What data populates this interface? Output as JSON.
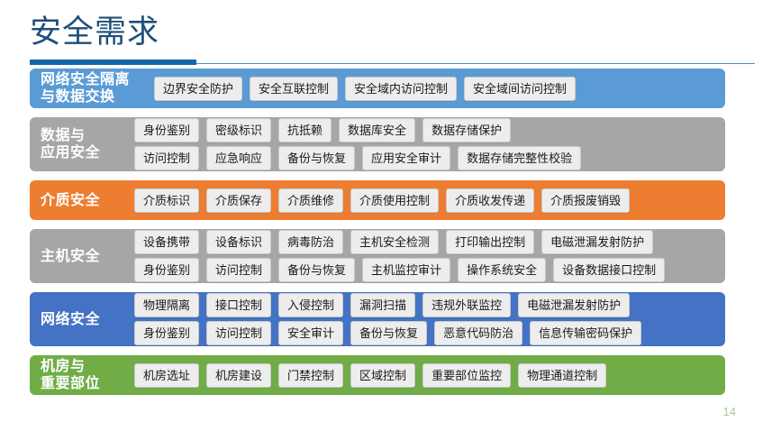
{
  "slide": {
    "title": "安全需求",
    "page_number": "14",
    "accent_dark_blue": "#1F4E79",
    "accent_rule": "#1663A8"
  },
  "rows": [
    {
      "label": "网络安全隔离\n与数据交换",
      "color": "#5B9BD5",
      "color_class": "c-blue-light",
      "label_wide": true,
      "chip_rows": [
        [
          "边界安全防护",
          "安全互联控制",
          "安全域内访问控制",
          "安全域间访问控制"
        ]
      ]
    },
    {
      "label": "数据与\n应用安全",
      "color": "#A6A6A6",
      "color_class": "c-gray",
      "label_wide": false,
      "chip_rows": [
        [
          "身份鉴别",
          "密级标识",
          "抗抵赖",
          "数据库安全",
          "数据存储保护"
        ],
        [
          "访问控制",
          "应急响应",
          "备份与恢复",
          "应用安全审计",
          "数据存储完整性校验"
        ]
      ]
    },
    {
      "label": "介质安全",
      "color": "#ED7D31",
      "color_class": "c-orange",
      "label_wide": false,
      "chip_rows": [
        [
          "介质标识",
          "介质保存",
          "介质维修",
          "介质使用控制",
          "介质收发传递",
          "介质报废销毁"
        ]
      ]
    },
    {
      "label": "主机安全",
      "color": "#A6A6A6",
      "color_class": "c-gray",
      "label_wide": false,
      "chip_rows": [
        [
          "设备携带",
          "设备标识",
          "病毒防治",
          "主机安全检测",
          "打印输出控制",
          "电磁泄漏发射防护"
        ],
        [
          "身份鉴别",
          "访问控制",
          "备份与恢复",
          "主机监控审计",
          "操作系统安全",
          "设备数据接口控制"
        ]
      ]
    },
    {
      "label": "网络安全",
      "color": "#4472C4",
      "color_class": "c-blue-royal",
      "label_wide": false,
      "chip_rows": [
        [
          "物理隔离",
          "接口控制",
          "入侵控制",
          "漏洞扫描",
          "违规外联监控",
          "电磁泄漏发射防护"
        ],
        [
          "身份鉴别",
          "访问控制",
          "安全审计",
          "备份与恢复",
          "恶意代码防治",
          "信息传输密码保护"
        ]
      ]
    },
    {
      "label": "机房与\n重要部位",
      "color": "#70AD47",
      "color_class": "c-green",
      "label_wide": false,
      "chip_rows": [
        [
          "机房选址",
          "机房建设",
          "门禁控制",
          "区域控制",
          "重要部位监控",
          "物理通道控制"
        ]
      ]
    }
  ]
}
